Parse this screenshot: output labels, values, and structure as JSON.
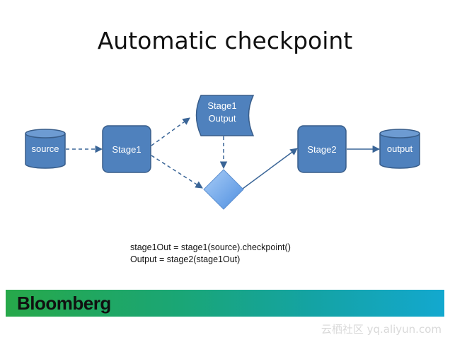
{
  "title": "Automatic checkpoint",
  "nodes": {
    "source": "source",
    "stage1": "Stage1",
    "stage1_output_line1": "Stage1",
    "stage1_output_line2": "Output",
    "stage2": "Stage2",
    "output": "output"
  },
  "code_lines": [
    "stage1Out = stage1(source).checkpoint()",
    "Output = stage2(stage1Out)"
  ],
  "brand": "Bloomberg",
  "watermark": "云栖社区 yq.aliyun.com",
  "colors": {
    "node_fill": "#4f81bd",
    "node_stroke": "#385d8a",
    "diamond_fill": "#7fb2f0",
    "arrow": "#3a6597"
  }
}
